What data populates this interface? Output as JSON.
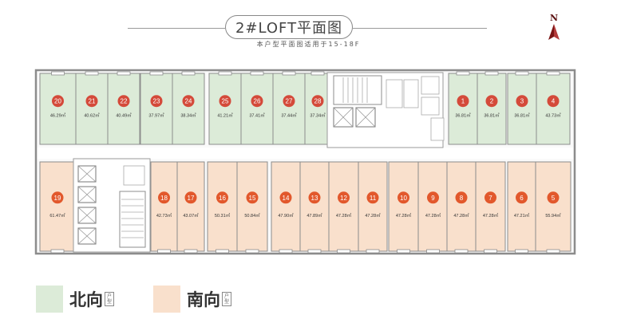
{
  "title": "2#LOFT平面图",
  "subtitle": "本户型平面图适用于15-18F",
  "compass_label": "N",
  "colors": {
    "north": "#dcebd8",
    "south": "#f9e0cc",
    "badge_north": "#d44a3a",
    "badge_south": "#e2582c",
    "wall": "#8c8c8c"
  },
  "legend": [
    {
      "label": "北向",
      "tag": "户型",
      "color": "#dcebd8"
    },
    {
      "label": "南向",
      "tag": "户型",
      "color": "#f9e0cc"
    }
  ],
  "north_units": [
    {
      "no": "20",
      "area": "46.29㎡"
    },
    {
      "no": "21",
      "area": "40.62㎡"
    },
    {
      "no": "22",
      "area": "40.49㎡"
    },
    {
      "no": "23",
      "area": "37.97㎡"
    },
    {
      "no": "24",
      "area": "38.34㎡"
    },
    {
      "no": "25",
      "area": "41.21㎡"
    },
    {
      "no": "26",
      "area": "37.41㎡"
    },
    {
      "no": "27",
      "area": "37.44㎡"
    },
    {
      "no": "28",
      "area": "37.34㎡"
    },
    {
      "no": "1",
      "area": "36.81㎡"
    },
    {
      "no": "2",
      "area": "36.81㎡"
    },
    {
      "no": "3",
      "area": "36.81㎡"
    },
    {
      "no": "4",
      "area": "43.73㎡"
    }
  ],
  "south_units": [
    {
      "no": "19",
      "area": "61.47㎡"
    },
    {
      "no": "18",
      "area": "42.73㎡"
    },
    {
      "no": "17",
      "area": "43.07㎡"
    },
    {
      "no": "16",
      "area": "50.31㎡"
    },
    {
      "no": "15",
      "area": "50.84㎡"
    },
    {
      "no": "14",
      "area": "47.90㎡"
    },
    {
      "no": "13",
      "area": "47.89㎡"
    },
    {
      "no": "12",
      "area": "47.28㎡"
    },
    {
      "no": "11",
      "area": "47.28㎡"
    },
    {
      "no": "10",
      "area": "47.28㎡"
    },
    {
      "no": "9",
      "area": "47.28㎡"
    },
    {
      "no": "8",
      "area": "47.28㎡"
    },
    {
      "no": "7",
      "area": "47.28㎡"
    },
    {
      "no": "6",
      "area": "47.21㎡"
    },
    {
      "no": "5",
      "area": "55.94㎡"
    }
  ]
}
